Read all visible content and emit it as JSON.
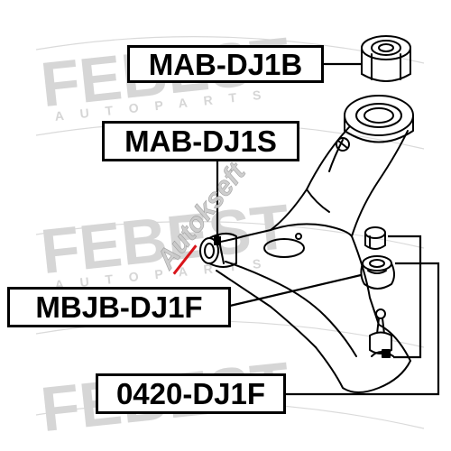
{
  "labels": {
    "l1": "MAB-DJ1B",
    "l2": "MAB-DJ1S",
    "l3": "MBJB-DJ1F",
    "l4": "0420-DJ1F"
  },
  "watermark": {
    "brand": "FEBEST",
    "sub": "AUTOPARTS",
    "overlay": "Autokseft"
  },
  "colors": {
    "line": "#000000",
    "watermark": "#d6d6d6",
    "overlay": "#d9151b"
  }
}
